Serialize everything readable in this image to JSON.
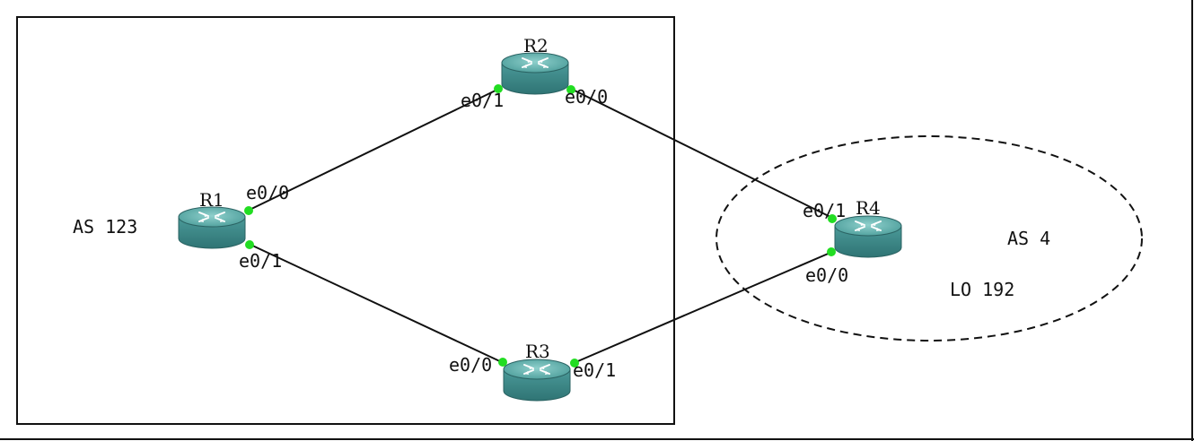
{
  "diagram": {
    "routers": [
      {
        "id": "r1",
        "name": "R1"
      },
      {
        "id": "r2",
        "name": "R2"
      },
      {
        "id": "r3",
        "name": "R3"
      },
      {
        "id": "r4",
        "name": "R4"
      }
    ],
    "links": [
      {
        "from": "R1",
        "from_if": "e0/0",
        "to": "R2",
        "to_if": "e0/1"
      },
      {
        "from": "R1",
        "from_if": "e0/1",
        "to": "R3",
        "to_if": "e0/0"
      },
      {
        "from": "R2",
        "from_if": "e0/0",
        "to": "R4",
        "to_if": "e0/1"
      },
      {
        "from": "R3",
        "from_if": "e0/1",
        "to": "R4",
        "to_if": "e0/0"
      }
    ],
    "interface_labels": {
      "r1_e00": "e0/0",
      "r1_e01": "e0/1",
      "r2_e01": "e0/1",
      "r2_e00": "e0/0",
      "r3_e00": "e0/0",
      "r3_e01": "e0/1",
      "r4_e01": "e0/1",
      "r4_e00": "e0/0"
    },
    "areas": {
      "as123": "AS 123",
      "as4": "AS 4",
      "lo": "LO 192"
    },
    "colors": {
      "router_body": "#3f8c8c",
      "router_top": "#5fb0ac",
      "link": "#111111",
      "port_dot": "#22dd22",
      "border": "#111111"
    }
  }
}
